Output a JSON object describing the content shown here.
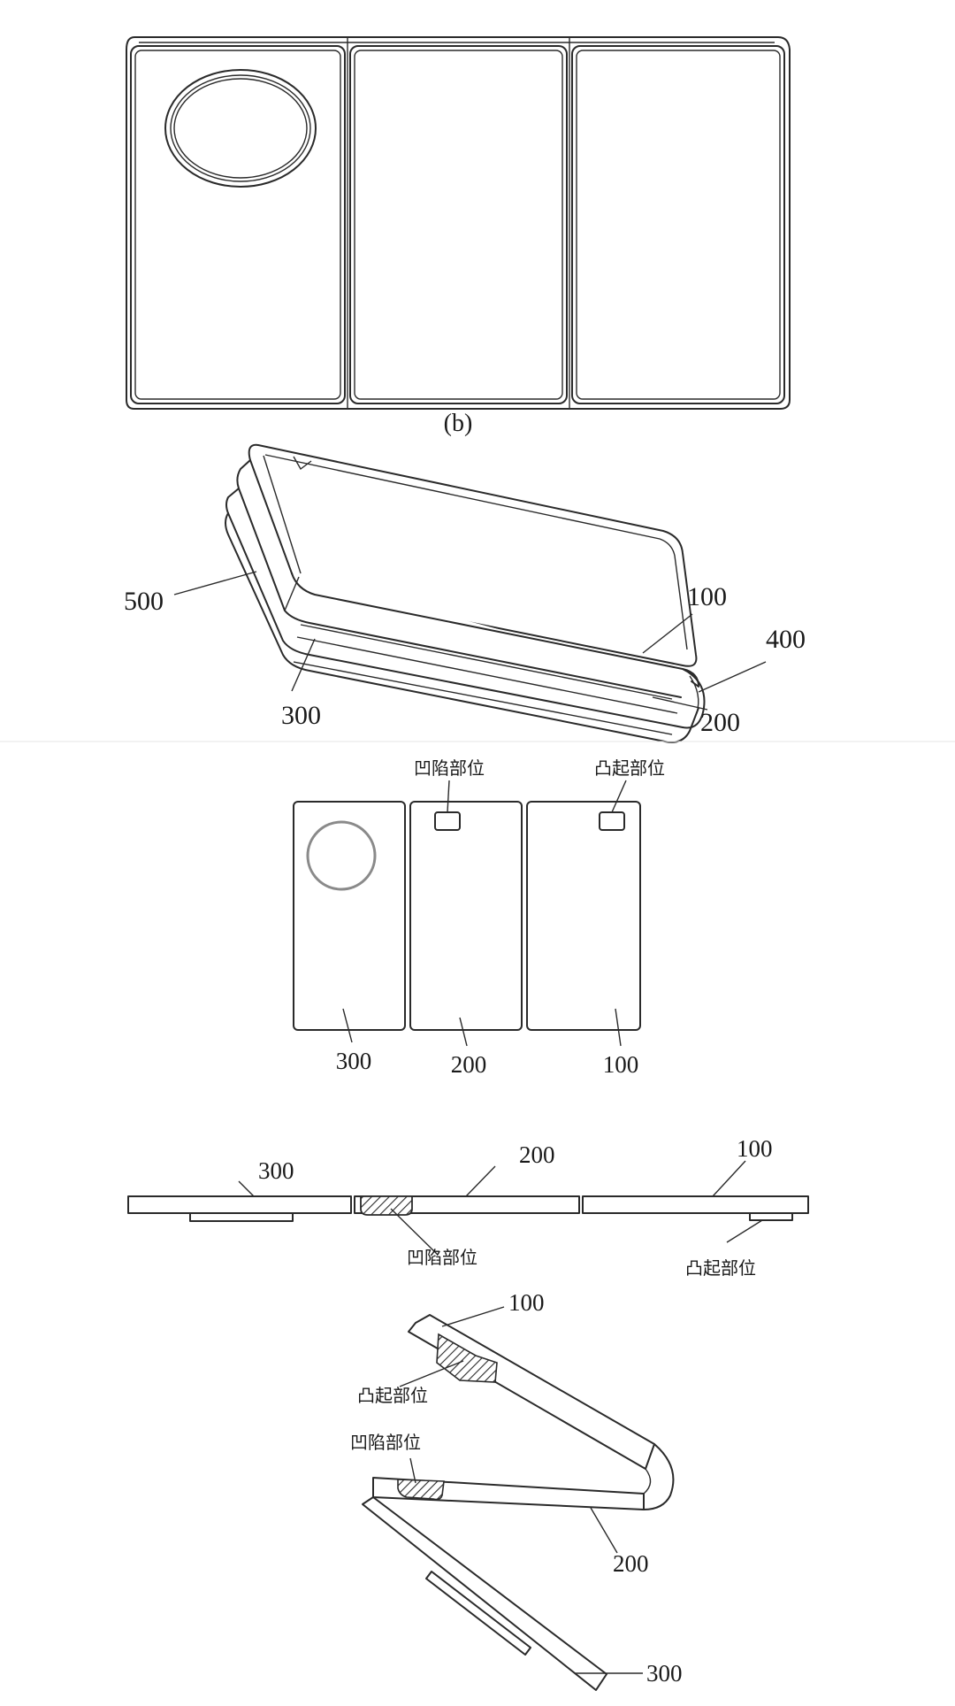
{
  "figure_b": {
    "caption": "(b)"
  },
  "figure_3d": {
    "labels": {
      "l500": "500",
      "l100": "100",
      "l400": "400",
      "l300": "300",
      "l200": "200"
    }
  },
  "figure_front": {
    "recess_label": "凹陷部位",
    "bump_label": "凸起部位",
    "panel_labels": {
      "p300": "300",
      "p200": "200",
      "p100": "100"
    }
  },
  "figure_side": {
    "labels": {
      "l300": "300",
      "l200": "200",
      "l100": "100"
    },
    "recess_label": "凹陷部位",
    "bump_label": "凸起部位"
  },
  "figure_folded": {
    "labels": {
      "l100": "100",
      "l200": "200",
      "l300": "300"
    },
    "bump_label": "凸起部位",
    "recess_label": "凹陷部位"
  }
}
